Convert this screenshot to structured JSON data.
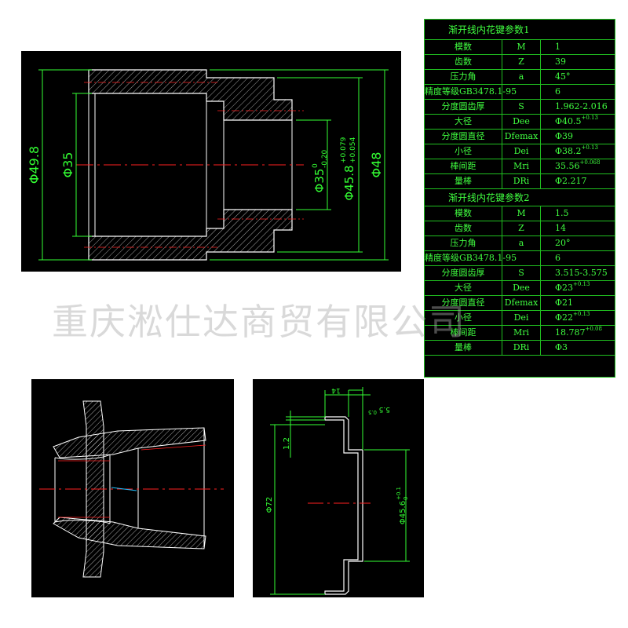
{
  "main_drawing": {
    "dims": {
      "d1": "Φ49.8",
      "d2": "Φ35",
      "d3": "Φ35",
      "d3_tol_upper": "0",
      "d3_tol_lower": "-0.20",
      "d4": "Φ45.8",
      "d4_tol_upper": "+0.079",
      "d4_tol_lower": "+0.054",
      "d5": "Φ48"
    }
  },
  "right_drawing": {
    "dims": {
      "w1": "14",
      "w2": "5.5",
      "w2_tol": "0.5",
      "h1": "1.2",
      "d1": "Φ72",
      "d2": "Φ45.6",
      "d2_tol_upper": "+0.1",
      "d2_tol_lower": "0"
    }
  },
  "table": {
    "title1": "渐开线内花键参数1",
    "rows1": [
      {
        "name": "模数",
        "sym": "M",
        "val": "1",
        "sup": ""
      },
      {
        "name": "齿数",
        "sym": "Z",
        "val": "39",
        "sup": ""
      },
      {
        "name": "压力角",
        "sym": "a",
        "val": "45°",
        "sup": ""
      },
      {
        "name": "精度等级GB3478.1-95",
        "sym": "",
        "val": "6",
        "sup": ""
      },
      {
        "name": "分度圆齿厚",
        "sym": "S",
        "val": "1.962-2.016",
        "sup": ""
      },
      {
        "name": "大径",
        "sym": "Dee",
        "val": "Φ40.5",
        "sup": "+0.13"
      },
      {
        "name": "分度圆直径",
        "sym": "Dfemax",
        "val": "Φ39",
        "sup": ""
      },
      {
        "name": "小径",
        "sym": "Dei",
        "val": "Φ38.2",
        "sup": "+0.13"
      },
      {
        "name": "棒间距",
        "sym": "Mri",
        "val": "35.56",
        "sup": "+0.068"
      },
      {
        "name": "量棒",
        "sym": "DRi",
        "val": "Φ2.217",
        "sup": ""
      }
    ],
    "title2": "渐开线内花键参数2",
    "rows2": [
      {
        "name": "模数",
        "sym": "M",
        "val": "1.5",
        "sup": ""
      },
      {
        "name": "齿数",
        "sym": "Z",
        "val": "14",
        "sup": ""
      },
      {
        "name": "压力角",
        "sym": "a",
        "val": "20°",
        "sup": ""
      },
      {
        "name": "精度等级GB3478.1-95",
        "sym": "",
        "val": "6",
        "sup": ""
      },
      {
        "name": "分度圆齿厚",
        "sym": "S",
        "val": "3.515-3.575",
        "sup": ""
      },
      {
        "name": "大径",
        "sym": "Dee",
        "val": "Φ23",
        "sup": "+0.13"
      },
      {
        "name": "分度圆直径",
        "sym": "Dfemax",
        "val": "Φ21",
        "sup": ""
      },
      {
        "name": "小径",
        "sym": "Dei",
        "val": "Φ22",
        "sup": "+0.13"
      },
      {
        "name": "棒间距",
        "sym": "Mri",
        "val": "18.787",
        "sup": "+0.08"
      },
      {
        "name": "量棒",
        "sym": "DRi",
        "val": "Φ3",
        "sup": ""
      }
    ]
  },
  "watermark": "重庆淞仕达商贸有限公司",
  "colors": {
    "background": "#000000",
    "outline": "#ffffff",
    "dimension": "#33ff33",
    "centerline": "#ff2020",
    "hatch": "#ffffff"
  }
}
